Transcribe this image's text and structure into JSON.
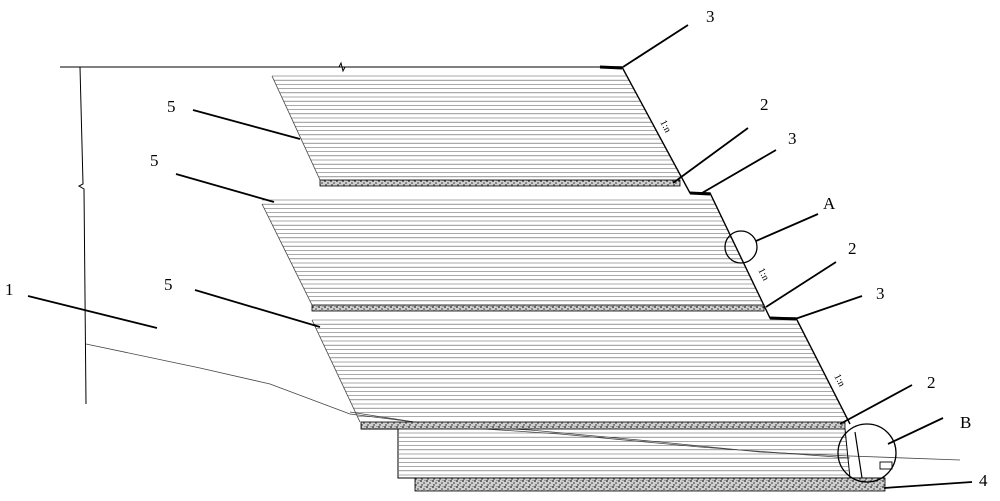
{
  "labels": {
    "ground": "1",
    "band_top": "3",
    "band_mid": "3",
    "band_low": "3",
    "geo_1": "2",
    "geo_2": "2",
    "geo_3": "2",
    "fill_1": "5",
    "fill_2": "5",
    "fill_3": "5",
    "detail_a": "A",
    "detail_b": "B",
    "base": "4",
    "slope_1": "1:n",
    "slope_2": "1:n",
    "slope_3": "1:n"
  }
}
